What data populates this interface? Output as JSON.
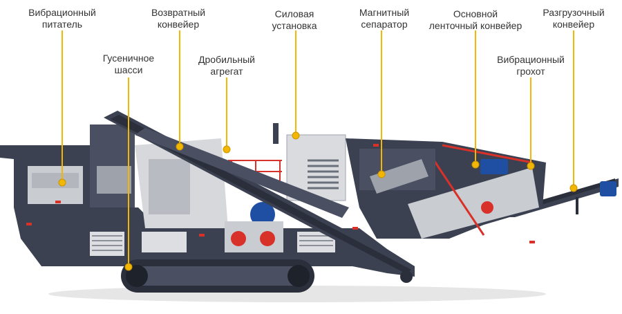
{
  "colors": {
    "leader": "#f2b705",
    "frame": "#3b4151",
    "frame_dark": "#2a2f3b",
    "panel": "#c9ccd1",
    "accent_red": "#d8312a",
    "motor_blue": "#1f4fa3"
  },
  "callouts": [
    {
      "id": "vibrating-feeder",
      "lines": [
        "Вибрационный",
        "питатель"
      ]
    },
    {
      "id": "return-conveyor",
      "lines": [
        "Возвратный",
        "конвейер"
      ]
    },
    {
      "id": "power-unit",
      "lines": [
        "Силовая",
        "установка"
      ]
    },
    {
      "id": "magnetic-separator",
      "lines": [
        "Магнитный",
        "сепаратор"
      ]
    },
    {
      "id": "main-belt-conveyor",
      "lines": [
        "Основной",
        "ленточный конвейер"
      ]
    },
    {
      "id": "discharge-conveyor",
      "lines": [
        "Разгрузочный",
        "конвейер"
      ]
    },
    {
      "id": "crawler-chassis",
      "lines": [
        "Гусеничное",
        "шасси"
      ]
    },
    {
      "id": "crushing-unit",
      "lines": [
        "Дробильный",
        "агрегат"
      ]
    },
    {
      "id": "vibrating-screen",
      "lines": [
        "Вибрационный",
        "грохот"
      ]
    }
  ]
}
